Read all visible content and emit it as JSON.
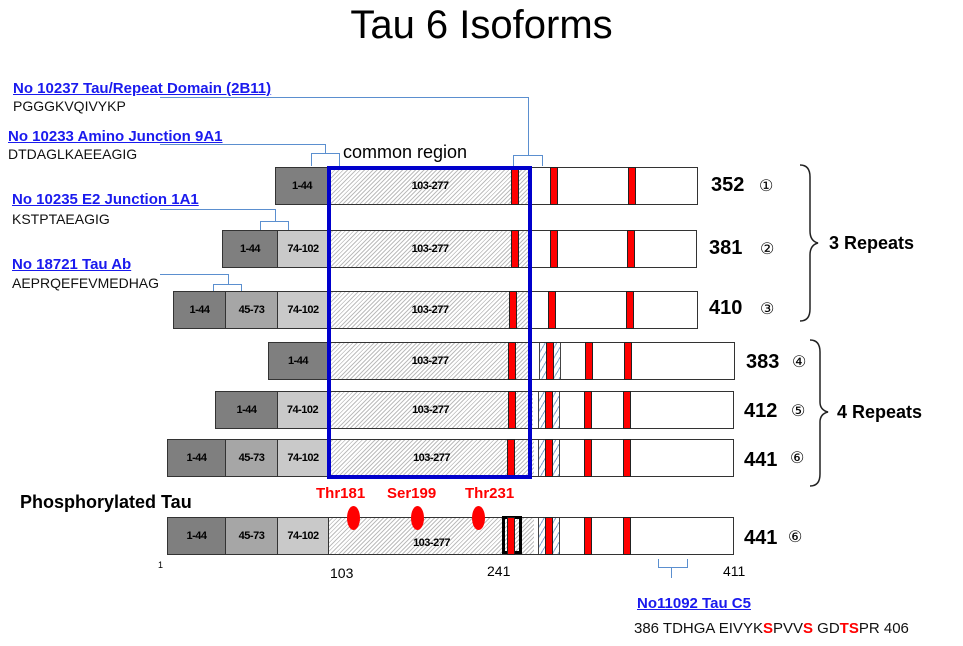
{
  "title": "Tau 6 Isoforms",
  "common_region_label": "common region",
  "antibodies": [
    {
      "label": "No 10237  Tau/Repeat Domain (2B11)",
      "sequence": "PGGGKVQIVYKP"
    },
    {
      "label": "No 10233  Amino Junction 9A1",
      "sequence": "DTDAGLKAEEAGIG"
    },
    {
      "label": "No 10235 E2 Junction 1A1",
      "sequence": "KSTPTAEAGIG"
    },
    {
      "label": "No 18721 Tau Ab",
      "sequence": "AEPRQEFEVMEDHAG"
    },
    {
      "label": "No11092 Tau C5",
      "sequence_parts": [
        {
          "text": "386 TDHGA EIVYK",
          "red": false
        },
        {
          "text": "S",
          "red": true
        },
        {
          "text": "PVV",
          "red": false
        },
        {
          "text": "S",
          "red": true
        },
        {
          "text": " GD",
          "red": false
        },
        {
          "text": "TS",
          "red": true
        },
        {
          "text": "PR 406",
          "red": false
        }
      ]
    }
  ],
  "isoforms": [
    {
      "length": "352",
      "index": "①",
      "segments": [
        "1-44",
        "103-277"
      ]
    },
    {
      "length": "381",
      "index": "②",
      "segments": [
        "1-44",
        "74-102",
        "103-277"
      ]
    },
    {
      "length": "410",
      "index": "③",
      "segments": [
        "1-44",
        "45-73",
        "74-102",
        "103-277"
      ]
    },
    {
      "length": "383",
      "index": "④",
      "segments": [
        "1-44",
        "103-277"
      ]
    },
    {
      "length": "412",
      "index": "⑤",
      "segments": [
        "1-44",
        "74-102",
        "103-277"
      ]
    },
    {
      "length": "441",
      "index": "⑥",
      "segments": [
        "1-44",
        "45-73",
        "74-102",
        "103-277"
      ]
    }
  ],
  "groups": {
    "three_repeats": "3 Repeats",
    "four_repeats": "4 Repeats"
  },
  "phospho": {
    "label": "Phosphorylated Tau",
    "length": "441",
    "index": "⑥",
    "segments": [
      "1-44",
      "45-73",
      "74-102",
      "103-277"
    ],
    "sites": [
      "Thr181",
      "Ser199",
      "Thr231"
    ],
    "positions": [
      "1",
      "103",
      "241",
      "411"
    ]
  },
  "colors": {
    "red_marker": "#ff0000",
    "common_region_box": "#0000cc",
    "antibody_link": "#1a1aee",
    "connector": "#5b8fcf"
  }
}
